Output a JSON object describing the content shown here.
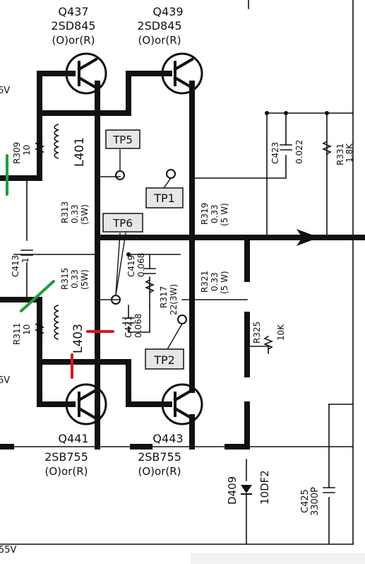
{
  "transistors": {
    "q437": {
      "name": "Q437",
      "part": "2SD845",
      "rank": "(O)or(R)"
    },
    "q439": {
      "name": "Q439",
      "part": "2SD845",
      "rank": "(O)or(R)"
    },
    "q441": {
      "name": "Q441",
      "part": "2SB755",
      "rank": "(O)or(R)"
    },
    "q443": {
      "name": "Q443",
      "part": "2SB755",
      "rank": "(O)or(R)"
    }
  },
  "test_points": {
    "tp1": "TP1",
    "tp2": "TP2",
    "tp5": "TP5",
    "tp6": "TP6"
  },
  "resistors": {
    "r309": {
      "name": "R309",
      "value": "10"
    },
    "r311": {
      "name": "R311",
      "value": "10"
    },
    "r313": {
      "name": "R313",
      "value": "0.33",
      "rating": "(5W)"
    },
    "r315": {
      "name": "R315",
      "value": "0.33",
      "rating": "(5W)"
    },
    "r317": {
      "name": "R317",
      "value": "22(3W)"
    },
    "r319": {
      "name": "R319",
      "value": "0.33",
      "rating": "(5 W)"
    },
    "r321": {
      "name": "R321",
      "value": "0.33",
      "rating": "(5 W)"
    },
    "r325": {
      "name": "R325",
      "value": "10K"
    },
    "r331": {
      "name": "R331",
      "value": "1.8K"
    }
  },
  "capacitors": {
    "c413": {
      "name": "C413",
      "value": "1"
    },
    "c419": {
      "name": "C419",
      "value": "0.068"
    },
    "c421": {
      "name": "C421",
      "value": "0.068"
    },
    "c423": {
      "name": "C423",
      "value": "0.022"
    },
    "c425": {
      "name": "C425",
      "value": "3300P"
    }
  },
  "inductors": {
    "l401": "L401",
    "l403": "L403"
  },
  "diodes": {
    "d409": {
      "name": "D409",
      "part": "10DF2"
    }
  },
  "edge_text": {
    "v_top": "6V",
    "v_mid": "6V",
    "v_bottom": "55V"
  },
  "colors": {
    "ink": "#111111",
    "mark_green": "#1f9d3a",
    "mark_red": "#e0141e",
    "tp_fill": "#e6e6e6"
  }
}
